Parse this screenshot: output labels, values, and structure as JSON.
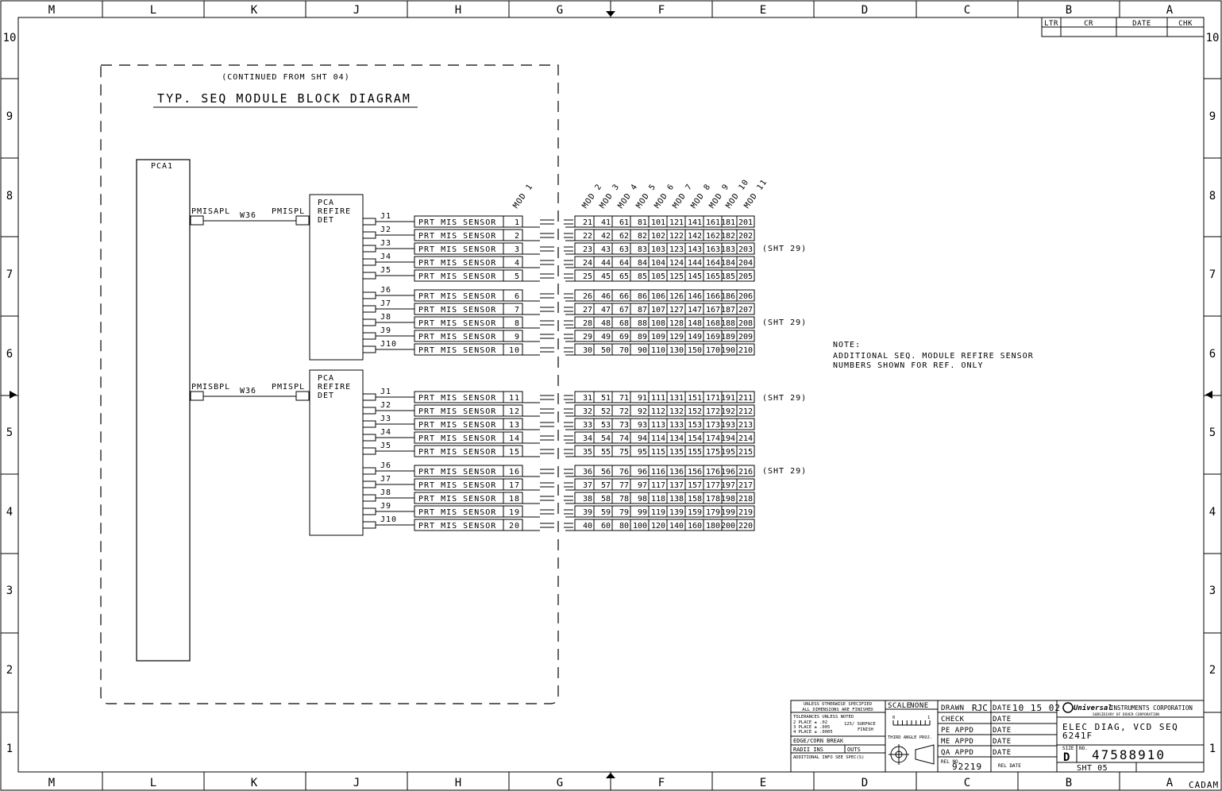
{
  "border": {
    "columns": [
      "M",
      "L",
      "K",
      "J",
      "H",
      "G",
      "F",
      "E",
      "D",
      "C",
      "B",
      "A"
    ],
    "rows": [
      "10",
      "9",
      "8",
      "7",
      "6",
      "5",
      "4",
      "3",
      "2",
      "1"
    ],
    "cadam": "CADAM"
  },
  "revision_block": {
    "headers": [
      "LTR",
      "CR",
      "DATE",
      "CHK"
    ]
  },
  "diagram": {
    "continued": "(CONTINUED FROM SHT 04)",
    "title": "TYP. SEQ MODULE BLOCK DIAGRAM",
    "pca1": "PCA1",
    "groups": [
      {
        "conn_left": "PMISAPL",
        "wire": "W36",
        "conn_right": "PMISPL",
        "pca_label": [
          "PCA",
          "REFIRE",
          "DET"
        ]
      },
      {
        "conn_left": "PMISBPL",
        "wire": "W36",
        "conn_right": "PMISPL",
        "pca_label": [
          "PCA",
          "REFIRE",
          "DET"
        ]
      }
    ],
    "jacks": [
      "J1",
      "J2",
      "J3",
      "J4",
      "J5",
      "J6",
      "J7",
      "J8",
      "J9",
      "J10"
    ],
    "sensor_label": "PRT MIS SENSOR",
    "mod_labels": [
      "MOD 1",
      "MOD 2",
      "MOD 3",
      "MOD 4",
      "MOD 5",
      "MOD 6",
      "MOD 7",
      "MOD 8",
      "MOD 9",
      "MOD 10",
      "MOD 11"
    ],
    "sht_refs": [
      "(SHT 29)",
      "(SHT 29)",
      "(SHT 29)",
      "(SHT 29)"
    ],
    "note": {
      "head": "NOTE:",
      "line1": "ADDITIONAL SEQ. MODULE REFIRE SENSOR",
      "line2": "NUMBERS SHOWN FOR REF. ONLY"
    }
  },
  "title_block": {
    "tol_1": "UNLESS OTHERWISE SPECIFIED",
    "tol_2": "ALL DIMENSIONS ARE FINISHED",
    "tol_3": "TOLERANCES UNLESS NOTED",
    "tol_4": "2 PLACE ± .02",
    "tol_5": "3 PLACE ± .005",
    "tol_6": "4 PLACE ± .0005",
    "surface": "125/ SURFACE",
    "finish": "FINISH",
    "edge": "EDGE/CORN BREAK",
    "radii": "RADII INS",
    "outs": "OUTS",
    "addl": "ADDITIONAL INFO SEE SPEC(S)",
    "scale_label": "SCALE",
    "scale_value": "NONE",
    "scale_0": "0",
    "scale_1": "1",
    "projection": "THIRD ANGLE PROJ.",
    "drawn": "DRAWN",
    "drawn_by": "RJC",
    "date_label": "DATE",
    "drawn_date": "10 15 02",
    "check": "CHECK",
    "pe_appd": "PE APPD",
    "me_appd": "ME APPD",
    "qa_appd": "QA APPD",
    "rel_no_label": "REL NO.",
    "rel_no": "92219",
    "rel_date": "REL DATE",
    "company_logo": "Universal",
    "company": "INSTRUMENTS CORPORATION",
    "subsidiary": "SUBSIDIARY OF DOVER CORPORATION",
    "drawing_title": "ELEC DIAG, VCD SEQ",
    "drawing_subtitle": "6241F",
    "size_label": "SIZE",
    "size": "D",
    "no_label": "NO.",
    "drawing_no": "47588910",
    "sheet": "SHT 05"
  }
}
